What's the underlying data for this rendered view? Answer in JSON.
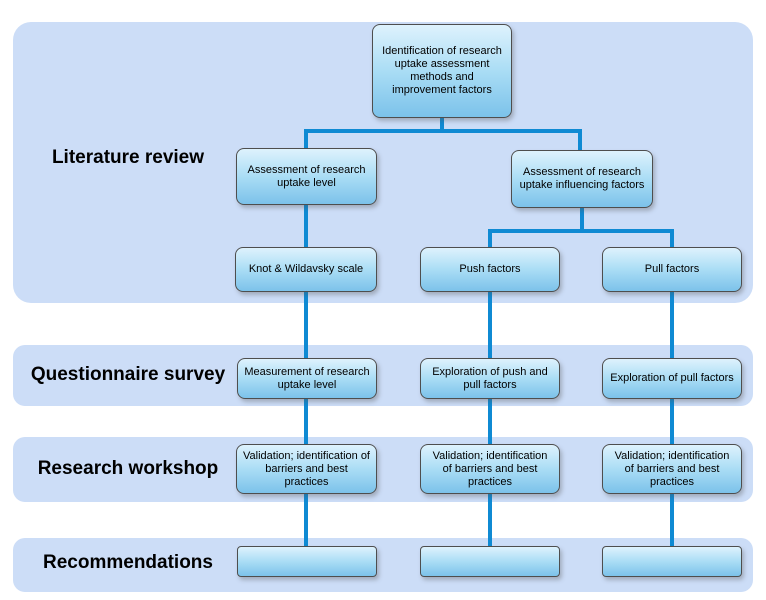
{
  "colors": {
    "page_background": "#ffffff",
    "band": "#ccddf7",
    "connector": "#0f8ad3",
    "box_gradient_top": "#def2fd",
    "box_gradient_mid": "#aaddf5",
    "box_gradient_bottom": "#7cc2ea",
    "box_border": "#4e4e4e",
    "text": "#000000"
  },
  "rows": [
    {
      "label": "Literature review"
    },
    {
      "label": "Questionnaire survey"
    },
    {
      "label": "Research workshop"
    },
    {
      "label": "Recommendations"
    }
  ],
  "nodes": {
    "root": {
      "label": "Identification of research uptake assessment methods and improvement factors"
    },
    "assessment_level": {
      "label": "Assessment of research uptake level"
    },
    "assessment_influencing": {
      "label": "Assessment of research uptake influencing factors"
    },
    "knot_wildavsky": {
      "label": "Knot & Wildavsky scale"
    },
    "push_factors": {
      "label": "Push factors"
    },
    "pull_factors": {
      "label": "Pull factors"
    },
    "measurement": {
      "label": "Measurement of research uptake level"
    },
    "exploration_push_pull": {
      "label": "Exploration of push and pull factors"
    },
    "exploration_pull": {
      "label": "Exploration of pull factors"
    },
    "validation_1": {
      "label": "Validation; identification of barriers and best practices"
    },
    "validation_2": {
      "label": "Validation; identification of barriers and best practices"
    },
    "validation_3": {
      "label": "Validation; identification of barriers and best practices"
    },
    "recommendation_1": {
      "label": ""
    },
    "recommendation_2": {
      "label": ""
    },
    "recommendation_3": {
      "label": ""
    }
  }
}
